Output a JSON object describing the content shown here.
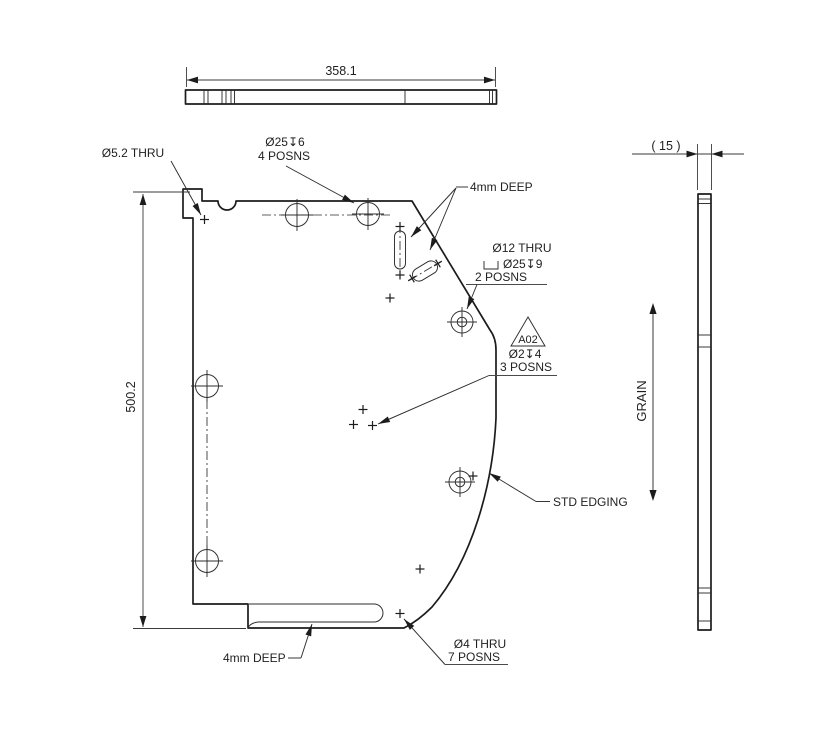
{
  "views": {
    "top": {
      "length_dim": "358.1"
    },
    "front": {
      "height_dim": "500.2",
      "labels": {
        "hole_5_2": "Ø5.2 THRU",
        "cbore_25": {
          "line1": "Ø25↧6",
          "line2": "4 POSNS"
        },
        "pocket_top": "4mm DEEP",
        "hole_12": {
          "line1": "Ø12 THRU",
          "line2": "Ø25↧9",
          "line3": "2 POSNS"
        },
        "datum": {
          "flag": "A02",
          "line1": "Ø2↧4",
          "line2": "3 POSNS"
        },
        "edging": "STD EDGING",
        "hole_4": {
          "line1": "Ø4 THRU",
          "line2": "7 POSNS"
        },
        "pocket_bottom": "4mm DEEP"
      }
    },
    "side": {
      "thickness_dim": "( 15 )",
      "grain_label": "GRAIN"
    }
  }
}
